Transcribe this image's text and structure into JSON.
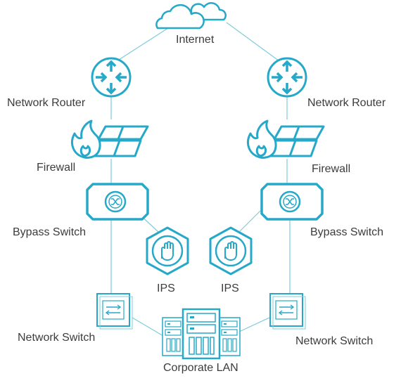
{
  "labels": {
    "internet": "Internet",
    "router_left": "Network Router",
    "router_right": "Network Router",
    "firewall_left": "Firewall",
    "firewall_right": "Firewall",
    "bypass_left": "Bypass Switch",
    "bypass_right": "Bypass Switch",
    "ips_left": "IPS",
    "ips_right": "IPS",
    "switch_left": "Network Switch",
    "switch_right": "Network Switch",
    "lan": "Corporate LAN"
  },
  "colors": {
    "accent": "#26A9C8",
    "line": "#7FCCDB",
    "text": "#3C3C3C"
  },
  "icons": {
    "internet": "cloud-icon",
    "router": "router-icon",
    "firewall": "firewall-icon",
    "bypass": "bypass-switch-icon",
    "ips": "ips-hand-icon",
    "switch": "network-switch-icon",
    "lan": "server-rack-icon"
  }
}
